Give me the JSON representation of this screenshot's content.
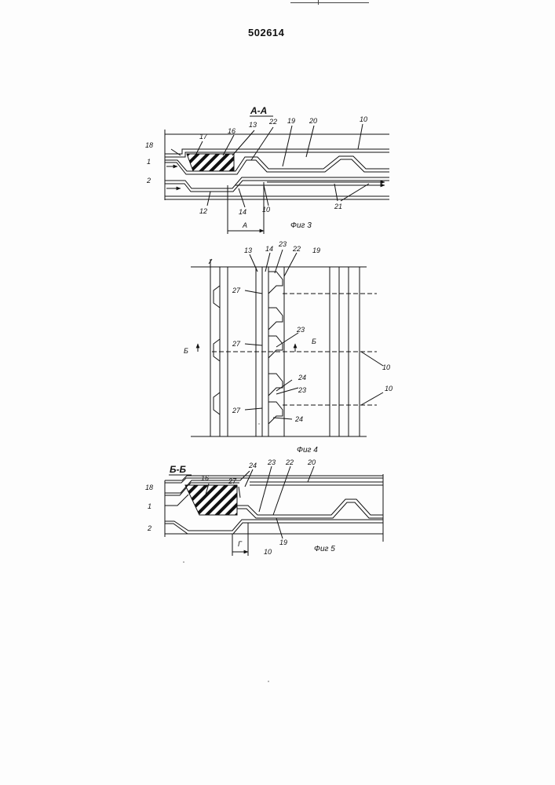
{
  "patent_number": "502614",
  "fig3": {
    "section_label": "А-А",
    "caption": "Фиг 3",
    "labels": [
      "18",
      "17",
      "16",
      "13",
      "22",
      "19",
      "20",
      "10",
      "1",
      "2",
      "12",
      "14",
      "10",
      "21",
      "А"
    ]
  },
  "fig4": {
    "caption": "Фиг 4",
    "labels": [
      "13",
      "14",
      "23",
      "22",
      "19",
      "27",
      "27",
      "23",
      "Б",
      "Б",
      "10",
      "24",
      "23",
      "10",
      "27",
      "24"
    ]
  },
  "fig5": {
    "section_label": "Б-Б",
    "caption": "Фиг 5",
    "labels": [
      "18",
      "16",
      "27",
      "24",
      "23",
      "22",
      "20",
      "1",
      "2",
      "Г",
      "10",
      "19"
    ]
  }
}
